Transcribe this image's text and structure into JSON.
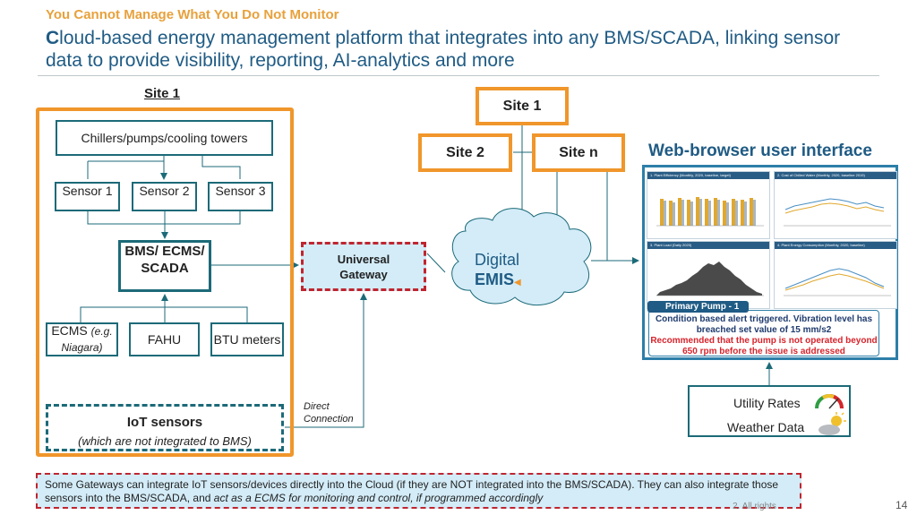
{
  "header": {
    "kicker": "You Cannot Manage What You Do Not Monitor",
    "title_first": "C",
    "title_rest": "loud-based energy management platform that integrates into any BMS/SCADA, linking sensor data to provide visibility, reporting, AI-analytics and more"
  },
  "site_left": {
    "label": "Site 1",
    "chillers": "Chillers/pumps/cooling towers",
    "sensors": [
      "Sensor 1",
      "Sensor 2",
      "Sensor 3"
    ],
    "bms": "BMS/ ECMS/ SCADA",
    "ecms_main": "ECMS",
    "ecms_note": "(e.g. Niagara)",
    "fahu": "FAHU",
    "btu": "BTU meters",
    "iot_title": "IoT sensors",
    "iot_sub": "(which are not integrated to BMS)"
  },
  "gateway": {
    "line1": "Universal",
    "line2": "Gateway"
  },
  "direct_connection": "Direct Connection",
  "sites": {
    "site1": "Site 1",
    "site2": "Site 2",
    "siten": "Site n"
  },
  "cloud": {
    "line1": "Digital",
    "line2": "EMIS"
  },
  "web": {
    "title": "Web-browser user interface",
    "panels": [
      "1. Plant Efficiency (Monthly, 2020, baseline, target)",
      "2. Cost of Chilled Water (Monthly, 2020, baseline 2019)",
      "3. Plant Load (Daily 2020)",
      "4. Plant Energy Consumption (Monthly, 2020, baseline)"
    ],
    "alert_tag": "Primary Pump - 1",
    "alert_line1": "Condition based alert triggered. Vibration level has breached set value of 15 mm/s2",
    "alert_line2": "Recommended that the pump is not operated beyond 650 rpm before the issue is addressed"
  },
  "utility": {
    "rates": "Utility Rates",
    "weather": "Weather Data"
  },
  "footnote": {
    "main": "Some Gateways can integrate IoT sensors/devices directly into the Cloud (if they are NOT integrated into the BMS/SCADA). They can also integrate those sensors into the BMS/SCADA, and ",
    "italic": "act as a ECMS for monitoring and control, if programmed accordingly"
  },
  "copyright": "2. All rights",
  "page_number": "14",
  "colors": {
    "orange": "#f0962b",
    "teal": "#1c6a78",
    "blue_title": "#1f5b84",
    "red_dash": "#c0252f",
    "light_blue": "#d3ecf8"
  }
}
